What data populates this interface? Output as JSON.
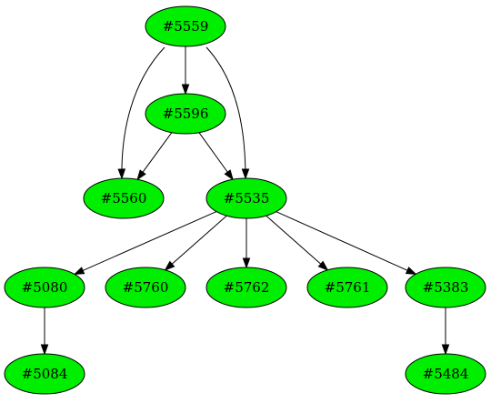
{
  "graph": {
    "colors": {
      "node_fill": "#00ee00",
      "stroke": "#000000",
      "background": "#ffffff"
    },
    "nodes": [
      {
        "id": "n5559",
        "label": "#5559"
      },
      {
        "id": "n5596",
        "label": "#5596"
      },
      {
        "id": "n5560",
        "label": "#5560"
      },
      {
        "id": "n5535",
        "label": "#5535"
      },
      {
        "id": "n5080",
        "label": "#5080"
      },
      {
        "id": "n5760",
        "label": "#5760"
      },
      {
        "id": "n5762",
        "label": "#5762"
      },
      {
        "id": "n5761",
        "label": "#5761"
      },
      {
        "id": "n5383",
        "label": "#5383"
      },
      {
        "id": "n5084",
        "label": "#5084"
      },
      {
        "id": "n5484",
        "label": "#5484"
      }
    ],
    "edges": [
      {
        "from": "n5559",
        "to": "n5596"
      },
      {
        "from": "n5559",
        "to": "n5560"
      },
      {
        "from": "n5559",
        "to": "n5535"
      },
      {
        "from": "n5596",
        "to": "n5560"
      },
      {
        "from": "n5596",
        "to": "n5535"
      },
      {
        "from": "n5535",
        "to": "n5080"
      },
      {
        "from": "n5535",
        "to": "n5760"
      },
      {
        "from": "n5535",
        "to": "n5762"
      },
      {
        "from": "n5535",
        "to": "n5761"
      },
      {
        "from": "n5535",
        "to": "n5383"
      },
      {
        "from": "n5080",
        "to": "n5084"
      },
      {
        "from": "n5383",
        "to": "n5484"
      }
    ]
  }
}
